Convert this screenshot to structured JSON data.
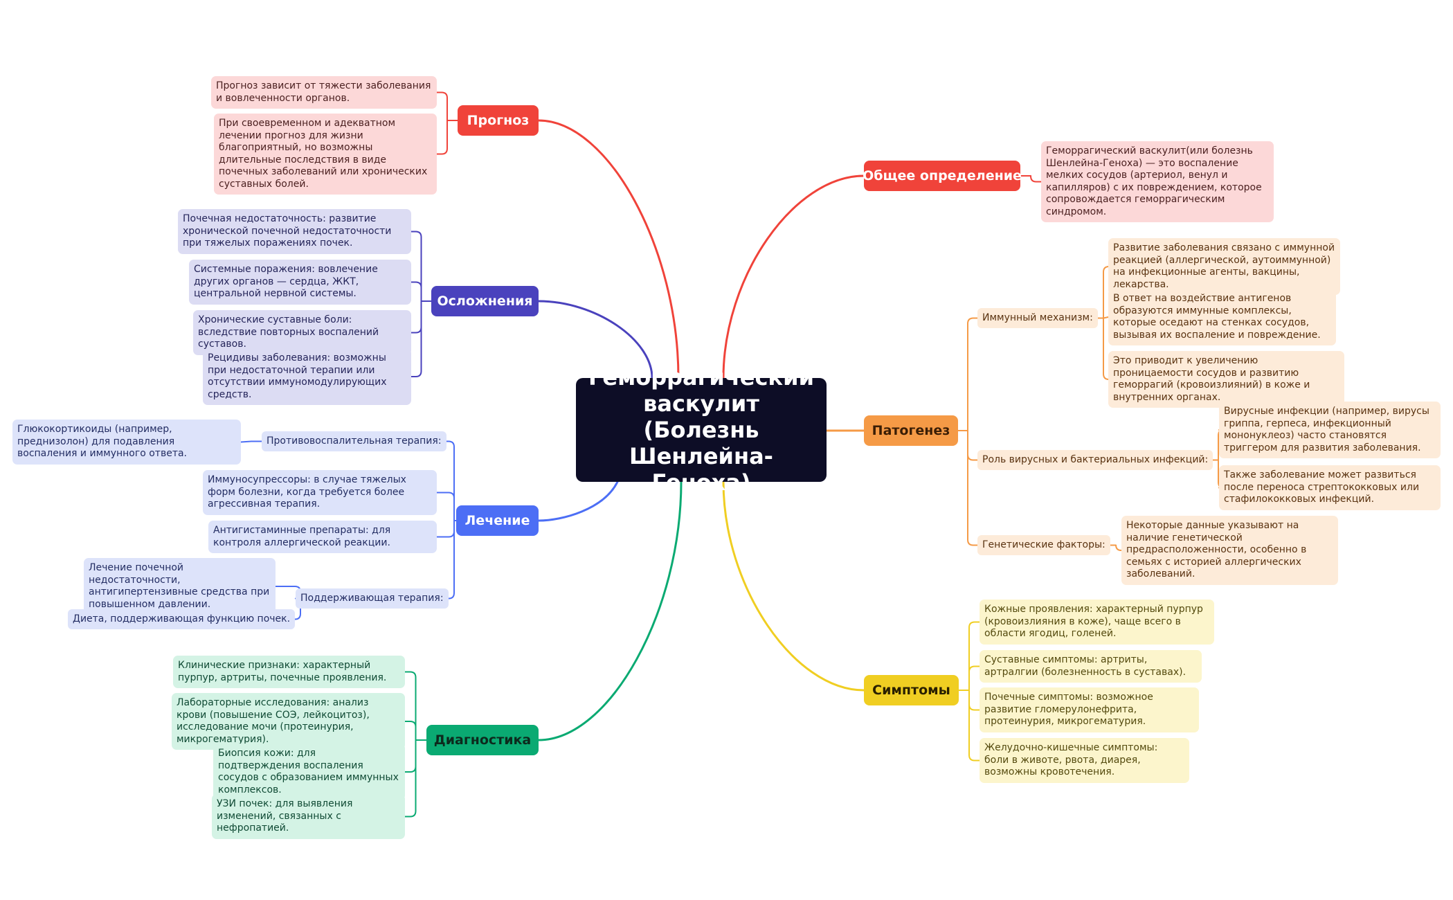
{
  "title": "Геморрагический васкулит (Болезнь Шенлейна-Геноха)",
  "colors": {
    "prognosis": "#f0433a",
    "complications": "#4a42bd",
    "treatment": "#4c6ef5",
    "diagnosis": "#0aaa72",
    "definition": "#f0433a",
    "pathogenesis": "#f59a46",
    "symptoms": "#f0ce22"
  },
  "branches": {
    "prognosis": {
      "label": "Прогноз",
      "items": [
        "Прогноз зависит от тяжести заболевания и вовлеченности органов.",
        "При своевременном и адекватном лечении прогноз для жизни благоприятный, но возможны длительные последствия в виде почечных заболеваний или хронических суставных болей."
      ]
    },
    "complications": {
      "label": "Осложнения",
      "items": [
        "Почечная недостаточность: развитие хронической почечной недостаточности при тяжелых поражениях почек.",
        "Системные поражения: вовлечение других органов — сердца, ЖКТ, центральной нервной системы.",
        "Хронические суставные боли: вследствие повторных воспалений суставов.",
        "Рецидивы заболевания: возможны при недостаточной терапии или отсутствии иммуномодулирующих средств."
      ]
    },
    "treatment": {
      "label": "Лечение",
      "anti": {
        "label": "Противовоспалительная терапия:",
        "item": "Глюкокортикоиды (например, преднизолон) для подавления воспаления и иммунного ответа."
      },
      "immuno": "Иммуносупрессоры: в случае тяжелых форм болезни, когда требуется более агрессивная терапия.",
      "antihist": "Антигистаминные препараты: для контроля аллергической реакции.",
      "support": {
        "label": "Поддерживающая терапия:",
        "items": [
          "Лечение почечной недостаточности, антигипертензивные средства при повышенном давлении.",
          "Диета, поддерживающая функцию почек."
        ]
      }
    },
    "diagnosis": {
      "label": "Диагностика",
      "items": [
        "Клинические признаки: характерный пурпур, артриты, почечные проявления.",
        "Лабораторные исследования: анализ крови (повышение СОЭ, лейкоцитоз), исследование мочи (протеинурия, микрогематурия).",
        "Биопсия кожи: для подтверждения воспаления сосудов с образованием иммунных комплексов.",
        "УЗИ почек: для выявления изменений, связанных с нефропатией."
      ]
    },
    "definition": {
      "label": "Общее определение",
      "item": "Геморрагический васкулит(или болезнь Шенлейна-Геноха) — это воспаление мелких сосудов (артериол, венул и капилляров) с их повреждением, которое сопровождается геморрагическим синдромом."
    },
    "pathogenesis": {
      "label": "Патогенез",
      "immune": {
        "label": "Иммунный механизм:",
        "items": [
          "Развитие заболевания связано с иммунной реакцией (аллергической, аутоиммунной) на инфекционные агенты, вакцины, лекарства.",
          "В ответ на воздействие антигенов образуются иммунные комплексы, которые оседают на стенках сосудов, вызывая их воспаление и повреждение.",
          "Это приводит к увеличению проницаемости сосудов и развитию геморрагий (кровоизлияний) в коже и внутренних органах."
        ]
      },
      "infection": {
        "label": "Роль вирусных и бактериальных инфекций:",
        "items": [
          "Вирусные инфекции (например, вирусы гриппа, герпеса, инфекционный мононуклеоз) часто становятся триггером для развития заболевания.",
          "Также заболевание может развиться после переноса стрептококковых или стафилококковых инфекций."
        ]
      },
      "genetic": {
        "label": "Генетические факторы:",
        "item": "Некоторые данные указывают на наличие генетической предрасположенности, особенно в семьях с историей аллергических заболеваний."
      }
    },
    "symptoms": {
      "label": "Симптомы",
      "items": [
        "Кожные проявления: характерный пурпур (кровоизлияния в коже), чаще всего в области ягодиц, голеней.",
        "Суставные симптомы: артриты, артралгии (болезненность в суставах).",
        "Почечные симптомы: возможное развитие гломерулонефрита, протеинурия, микрогематурия.",
        "Желудочно-кишечные симптомы: боли в животе, рвота, диарея, возможны кровотечения."
      ]
    }
  }
}
